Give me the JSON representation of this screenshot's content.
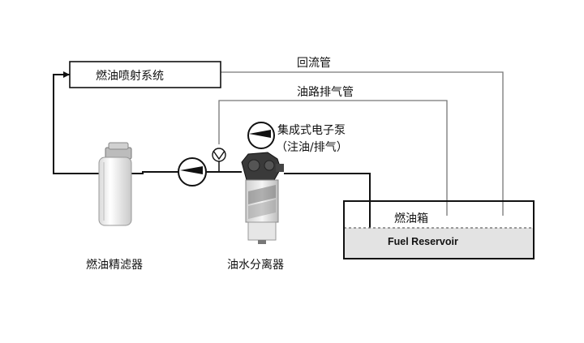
{
  "diagram": {
    "system_box_label": "燃油喷射系统",
    "return_line_label": "回流管",
    "vent_line_label": "油路排气管",
    "pump_label_line1": "集成式电子泵",
    "pump_label_line2": "（注油/排气）",
    "fuel_tank_label": "燃油箱",
    "reservoir_label": "Fuel  Reservoir",
    "fine_filter_label": "燃油精滤器",
    "separator_label": "油水分离器"
  }
}
